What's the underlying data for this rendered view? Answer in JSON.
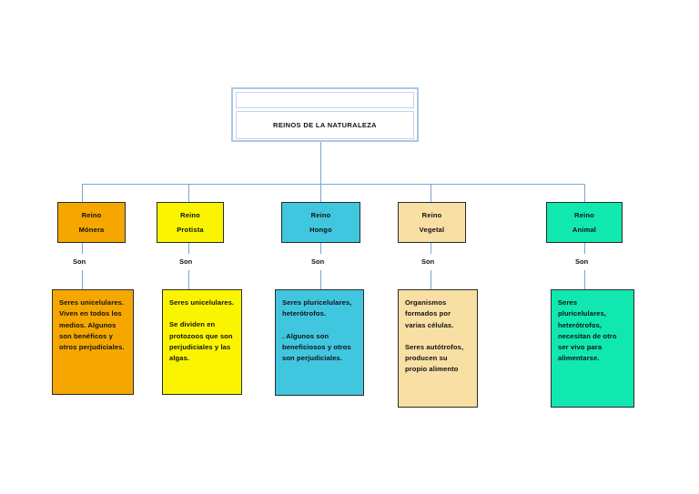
{
  "diagram": {
    "title": "REINOS DE LA NATURALEZA",
    "relation_label": "Son",
    "nodes": [
      {
        "line1": "Reino",
        "line2": "Mónera",
        "fill": "#F5A700",
        "border": "#2b2b2b",
        "desc_fill": "#F5A700",
        "desc_paragraphs": [
          "Seres unicelulares. Viven en todos los medios. Algunos son benéficos y otros perjudiciales."
        ]
      },
      {
        "line1": "Reino",
        "line2": "Protista",
        "fill": "#FAF400",
        "border": "#2b2b2b",
        "desc_fill": "#FAF400",
        "desc_paragraphs": [
          "Seres unicelulares.",
          "Se dividen en protozoos que son perjudiciales y las algas."
        ]
      },
      {
        "line1": "Reino",
        "line2": "Hongo",
        "fill": "#41C6E0",
        "border": "#2b2b2b",
        "desc_fill": "#41C6E0",
        "desc_paragraphs": [
          "Seres pluricelulares, heterótrofos.",
          ". Algunos son beneficiosos y otros son perjudiciales."
        ]
      },
      {
        "line1": "Reino",
        "line2": "Vegetal",
        "fill": "#F8DFA4",
        "border": "#2b2b2b",
        "desc_fill": "#F8DFA4",
        "desc_paragraphs": [
          "Organismos formados por varias células.",
          "Seres autótrofos, producen su propio alimento"
        ]
      },
      {
        "line1": "Reino",
        "line2": "Animal",
        "fill": "#10E8B0",
        "border": "#2b2b2b",
        "desc_fill": "#10E8B0",
        "desc_paragraphs": [
          "Seres pluricelulares, heterótrofos, necesitan de otro ser vivo para alimentarse."
        ]
      }
    ],
    "connector_color": "#7aa6d2",
    "title_border_color": "#aec6e4",
    "background": "#ffffff"
  }
}
